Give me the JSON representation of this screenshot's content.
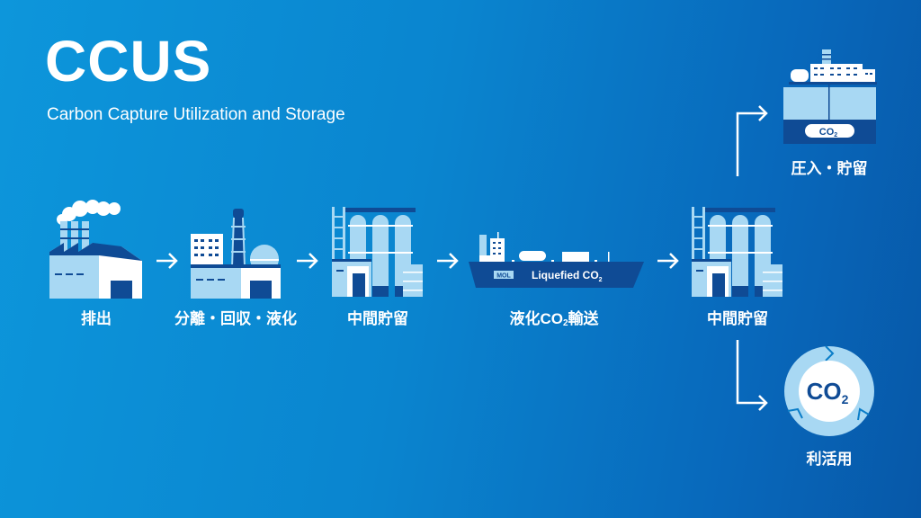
{
  "header": {
    "title": "CCUS",
    "subtitle": "Carbon Capture Utilization and Storage"
  },
  "steps": [
    {
      "label": "排出"
    },
    {
      "label": "分離・回収・液化"
    },
    {
      "label": "中間貯留"
    },
    {
      "label_prefix": "液化CO",
      "label_sub": "2",
      "label_suffix": "輸送"
    },
    {
      "label": "中間貯留"
    }
  ],
  "ship": {
    "logo": "MOL",
    "hull_text": "Liquefied CO",
    "hull_sub": "2"
  },
  "branches": {
    "storage": {
      "label": "圧入・貯留",
      "pill_text": "CO",
      "pill_sub": "2"
    },
    "utilization": {
      "label": "利活用",
      "circle_text": "CO",
      "circle_sub": "2"
    }
  },
  "colors": {
    "light": "#a8d8f3",
    "navy": "#0f4b95",
    "white": "#ffffff"
  }
}
